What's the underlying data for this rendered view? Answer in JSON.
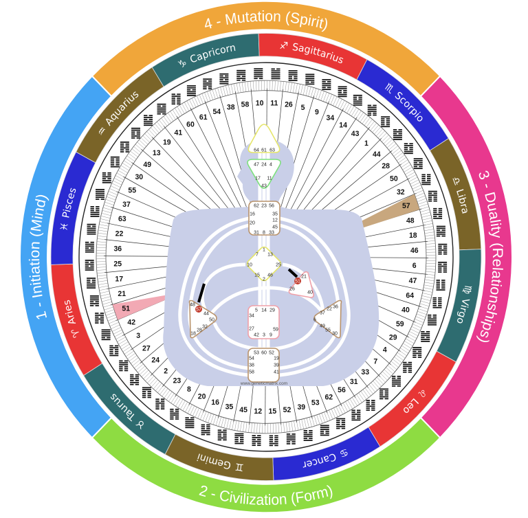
{
  "quadrants": [
    {
      "label": "4 - Mutation (Spirit)",
      "color": "#f0a63a"
    },
    {
      "label": "3 - Duality (Relationships)",
      "color": "#e8388e"
    },
    {
      "label": "2 - Civilization (Form)",
      "color": "#8edc42"
    },
    {
      "label": "1 - Initiation (Mind)",
      "color": "#44a4f4"
    }
  ],
  "zodiac": [
    {
      "glyph": "♑",
      "sign": "Capricorn",
      "color": "#2e6c70"
    },
    {
      "glyph": "♐",
      "sign": "Sagittarius",
      "color": "#e83535"
    },
    {
      "glyph": "♏",
      "sign": "Scorpio",
      "color": "#2a2ad2"
    },
    {
      "glyph": "♎",
      "sign": "Libra",
      "color": "#7a6428"
    },
    {
      "glyph": "♍",
      "sign": "Virgo",
      "color": "#2e6c70"
    },
    {
      "glyph": "♌",
      "sign": "Leo",
      "color": "#e83535"
    },
    {
      "glyph": "♋",
      "sign": "Cancer",
      "color": "#2a2ad2"
    },
    {
      "glyph": "♊",
      "sign": "Gemini",
      "color": "#7a6428"
    },
    {
      "glyph": "♉",
      "sign": "Taurus",
      "color": "#2e6c70"
    },
    {
      "glyph": "♈",
      "sign": "Aries",
      "color": "#e83535"
    },
    {
      "glyph": "♓",
      "sign": "Pisces",
      "color": "#2a2ad2"
    },
    {
      "glyph": "♒",
      "sign": "Aquarius",
      "color": "#7a6428"
    }
  ],
  "gates": [
    "10",
    "11",
    "26",
    "5",
    "9",
    "34",
    "14",
    "43",
    "1",
    "44",
    "28",
    "50",
    "32",
    "57",
    "48",
    "18",
    "46",
    "6",
    "47",
    "64",
    "40",
    "59",
    "29",
    "4",
    "7",
    "33",
    "31",
    "56",
    "62",
    "53",
    "39",
    "52",
    "15",
    "12",
    "45",
    "35",
    "16",
    "20",
    "8",
    "23",
    "2",
    "24",
    "27",
    "3",
    "42",
    "51",
    "21",
    "17",
    "25",
    "36",
    "22",
    "63",
    "37",
    "55",
    "30",
    "49",
    "13",
    "19",
    "41",
    "60",
    "61",
    "54",
    "38",
    "58"
  ],
  "highlighted_gates": [
    {
      "gate": "57",
      "color": "#c8a77e"
    },
    {
      "gate": "51",
      "color": "#f2a9b4"
    }
  ],
  "active_gates": [
    "57",
    "51"
  ],
  "centers": {
    "head": [
      "64",
      "61",
      "63"
    ],
    "ajna": [
      "47",
      "24",
      "4",
      "17",
      "11",
      "43"
    ],
    "throat": [
      "62",
      "23",
      "56",
      "16",
      "35",
      "20",
      "12",
      "45",
      "31",
      "8",
      "33"
    ],
    "g": [
      "1",
      "7",
      "13",
      "10",
      "25",
      "15",
      "46",
      "2"
    ],
    "heart": [
      "21",
      "51",
      "26",
      "40"
    ],
    "spleen": [
      "48",
      "57",
      "44",
      "50",
      "32",
      "28",
      "18"
    ],
    "sacral": [
      "5",
      "14",
      "29",
      "34",
      "27",
      "59",
      "42",
      "3",
      "9"
    ],
    "solar_plexus": [
      "36",
      "22",
      "37",
      "6",
      "49",
      "55",
      "30"
    ],
    "root": [
      "53",
      "60",
      "52",
      "54",
      "19",
      "38",
      "39",
      "58",
      "41"
    ]
  },
  "website": "www.geneticmatrix.com",
  "colors": {
    "body": "#c9cfe8",
    "active": "#c0392b",
    "center_tan": "#b8926a",
    "center_yellow": "#e6e66a",
    "center_green": "#7ce07c",
    "center_pink": "#f0a0a8"
  }
}
